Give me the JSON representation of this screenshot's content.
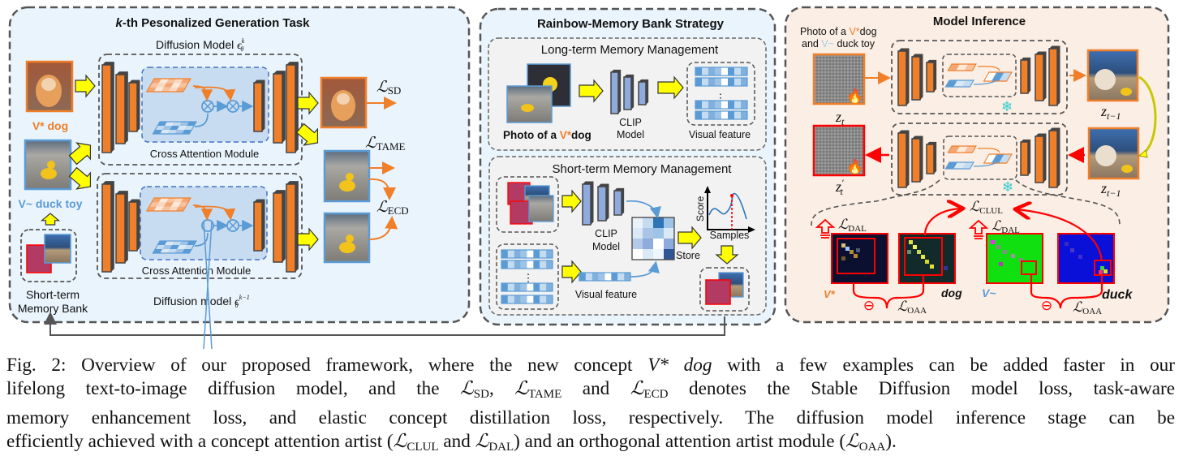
{
  "panel_generation": {
    "title_k": "k",
    "title_rest": "-th Pesonalized Generation Task",
    "diffusion_top": "Diffusion Model",
    "diffusion_top_sym": "ϵ",
    "diffusion_top_sup": "k",
    "diffusion_top_sub": "θ",
    "diffusion_bottom": "Diffusion model",
    "diffusion_bottom_sym": "ϵ",
    "diffusion_bottom_sup": "k−1",
    "diffusion_bottom_sub": "θ",
    "cross_attention_top": "Cross Attention Module",
    "cross_attention_bottom": "Cross Attention Module",
    "concept_dog": "V* dog",
    "concept_duck": "V~ duck toy",
    "memory_bank_line1": "Short-term",
    "memory_bank_line2": "Memory Bank",
    "loss_sd": {
      "symbol": "ℒ",
      "sub": "SD"
    },
    "loss_tame": {
      "symbol": "ℒ",
      "sub": "TAME"
    },
    "loss_ecd": {
      "symbol": "ℒ",
      "sub": "ECD"
    }
  },
  "panel_memory": {
    "title": "Rainbow-Memory Bank Strategy",
    "long_term_title": "Long-term Memory Management",
    "photo_prefix": "Photo of a ",
    "photo_concept": "V*",
    "photo_suffix": "dog",
    "clip_line1": "CLIP",
    "clip_line2": "Model",
    "visual_feature": "Visual feature",
    "short_term_title": "Short-term Memory Management",
    "clip2_line1": "CLIP",
    "clip2_line2": "Model",
    "visual_feature2": "Visual feature",
    "score_axis": "Score",
    "samples_axis": "Samples",
    "store": "Store",
    "vertical_dots": "⋮"
  },
  "panel_inference": {
    "title": "Model Inference",
    "prompt_line1_prefix": "Photo of a ",
    "prompt_line1_concept": "V*",
    "prompt_line1_suffix": "dog",
    "prompt_line2_prefix": "and ",
    "prompt_line2_concept": "V~",
    "prompt_line2_suffix": " duck toy",
    "z_t": {
      "base": "z",
      "sub": "t"
    },
    "z_t_prime": {
      "base": "z",
      "sup": "′",
      "sub": "t"
    },
    "z_t_minus_1_top": {
      "base": "z",
      "sub": "t−1"
    },
    "z_t_minus_1_bottom": {
      "base": "z",
      "sub": "t−1"
    },
    "loss_clul": {
      "symbol": "ℒ",
      "sub": "CLUL"
    },
    "loss_dal_left": {
      "symbol": "ℒ",
      "sub": "DAL"
    },
    "loss_dal_right": {
      "symbol": "ℒ",
      "sub": "DAL"
    },
    "loss_oaa_left": {
      "symbol": "ℒ",
      "sub": "OAA"
    },
    "loss_oaa_right": {
      "symbol": "ℒ",
      "sub": "OAA"
    },
    "label_vstar": "V*",
    "label_dog": "dog",
    "label_vtilde": "V~",
    "label_duck": "duck",
    "minus_symbol": "⊖",
    "frozen_icon": "snowflake-icon",
    "fire_icon": "flame-icon"
  },
  "colors": {
    "orange": "#f07f2a",
    "blue": "#5b9bd5",
    "yellow": "#ffff00",
    "red": "#ff0000",
    "panel_blue_bg": "#eaf4fc",
    "panel_peach_bg": "#fbeee4",
    "memory_box_bg": "#f2f2f2"
  },
  "caption": {
    "line1_a": "Fig. 2: Overview of our proposed framework, where the new concept ",
    "line1_it": "V* dog",
    "line1_b": " with a few examples can be added faster in our",
    "line2_a": "lifelong text-to-image diffusion model, and the ",
    "line2_sd": "SD",
    "line2_b": ", ",
    "line2_tame": "TAME",
    "line2_c": " and ",
    "line2_ecd": "ECD",
    "line2_d": " denotes the Stable Diffusion model loss, task-aware",
    "line3": "memory enhancement loss, and elastic concept distillation loss, respectively. The diffusion model inference stage can be",
    "line4_a": "efficiently achieved with a concept attention artist (",
    "line4_clul": "CLUL",
    "line4_b": " and ",
    "line4_dal": "DAL",
    "line4_c": ") and an orthogonal attention artist module (",
    "line4_oaa": "OAA",
    "line4_d": ").",
    "loss_symbol": "ℒ"
  }
}
